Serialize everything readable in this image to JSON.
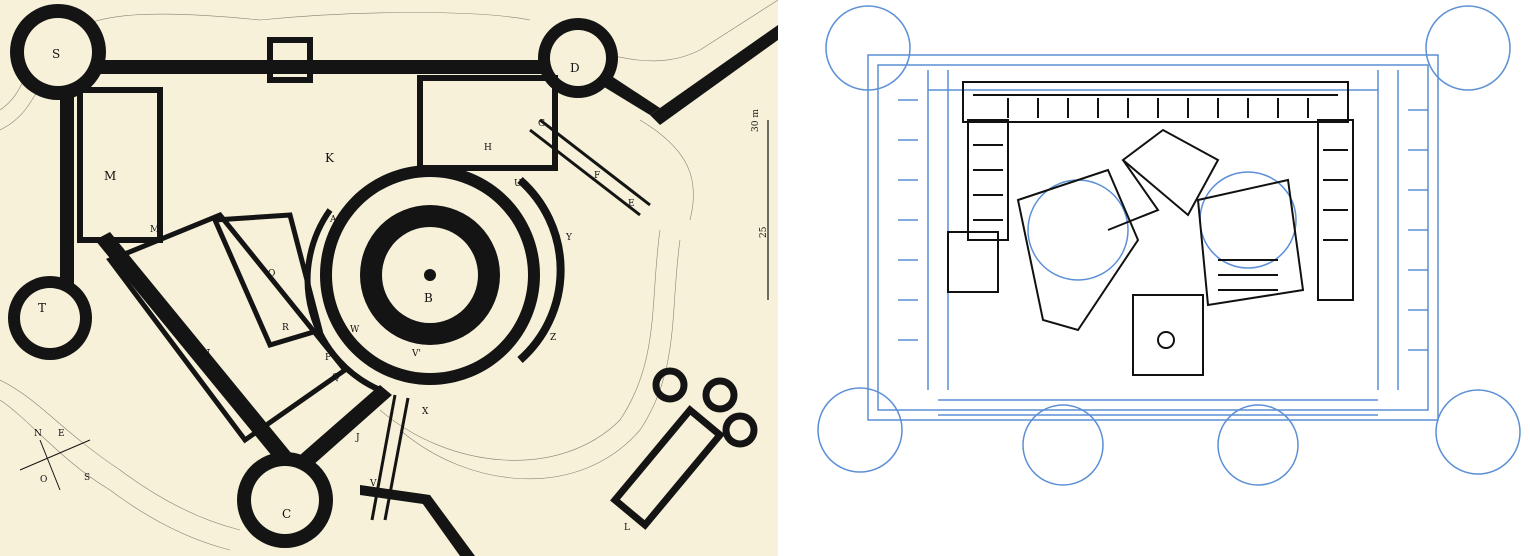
{
  "colors": {
    "paper": "#f6f1d8",
    "ink": "#141414",
    "fill_light": "#e9e4cc",
    "blue_plan": "#5b8fd6",
    "new_plan": "#111111"
  },
  "left_plan": {
    "scale_labels": [
      "30 m",
      "25"
    ],
    "compass": [
      "N",
      "E",
      "O",
      "S"
    ],
    "labels": {
      "S": "S",
      "D": "D",
      "T": "T",
      "C": "C",
      "B": "B",
      "K": "K",
      "M": "M",
      "M2": "M'",
      "N": "N",
      "O": "O",
      "R": "R",
      "Q": "Q",
      "J": "J",
      "V1": "V'",
      "Y": "Y",
      "Z": "Z",
      "L": "L",
      "H": "H",
      "G": "G",
      "F": "F",
      "E": "E",
      "U": "U",
      "A": "A",
      "P": "P",
      "X": "X",
      "W": "W",
      "V": "V"
    }
  },
  "right_plan": {
    "description_labels": []
  }
}
